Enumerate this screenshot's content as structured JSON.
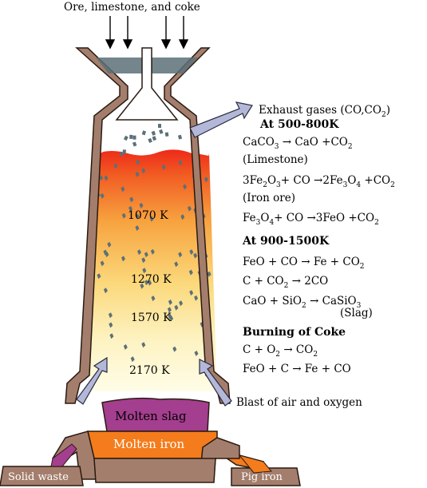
{
  "top_label": "Ore, limestone, and coke",
  "exhaust_label": "Exhaust gases (CO,CO",
  "exhaust_sub": "2",
  "exhaust_close": ")",
  "blast_label": "Blast of air and oxygen",
  "temperatures": [
    "1070 K",
    "1270 K",
    "1570 K",
    "2170 K"
  ],
  "zones": {
    "molten_slag": "Molten slag",
    "molten_iron": "Molten iron",
    "solid_waste": "Solid waste",
    "pig_iron": "Pig iron"
  },
  "sections": {
    "s1": "At 500-800K",
    "s2": "At 900-1500K",
    "s3": "Burning of Coke"
  },
  "reactions": {
    "r1": {
      "a": "CaCO",
      "s1": "3",
      "b": " → CaO +CO",
      "s2": "2"
    },
    "r1_note": "(Limestone)",
    "r2": {
      "a": "3Fe",
      "s1": "2",
      "b": "O",
      "s2": "3",
      "c": "+ CO →2Fe",
      "s3": "3",
      "d": "O",
      "s4": "4",
      "e": " +CO",
      "s5": "2"
    },
    "r2_note": "(Iron ore)",
    "r3": {
      "a": "Fe",
      "s1": "3",
      "b": "O",
      "s2": "4",
      "c": "+ CO →3FeO +CO",
      "s3": "2"
    },
    "r4": {
      "a": "FeO + CO → Fe + CO",
      "s1": "2"
    },
    "r5": {
      "a": "C + CO",
      "s1": "2",
      "b": " → 2CO"
    },
    "r6": {
      "a": "CaO + SiO",
      "s1": "2",
      "b": " → CaSiO",
      "s2": "3"
    },
    "r6_note": "(Slag)",
    "r7": {
      "a": "C + O",
      "s1": "2",
      "b": " → CO",
      "s2": "2"
    },
    "r8": {
      "a": "FeO  +  C → Fe   +  CO"
    }
  },
  "colors": {
    "wall": "#a47e6c",
    "slag": "#a43e8e",
    "iron": "#f47c1c",
    "arrow": "#b4b8d8",
    "ore": "#5c7078"
  }
}
